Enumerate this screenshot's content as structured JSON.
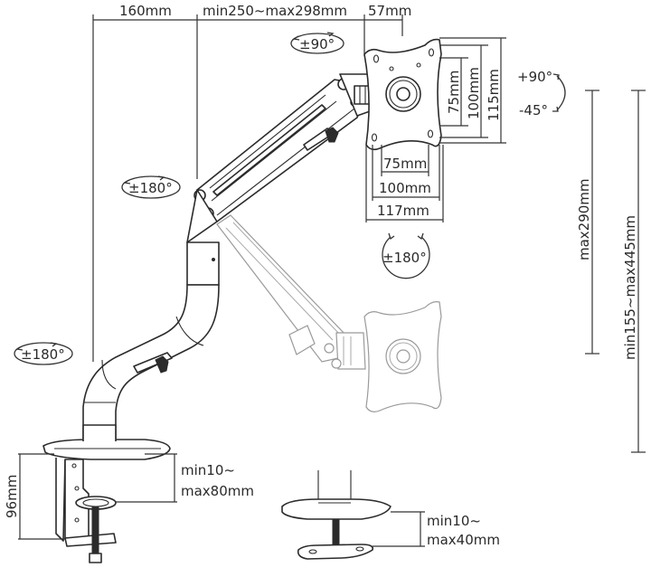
{
  "diagram": {
    "subject": "Gas-spring single monitor arm dimension drawing",
    "top_dimensions": {
      "pole_to_joint": "160mm",
      "arm_length": "min250~max298mm",
      "head_depth": "57mm"
    },
    "rotations": {
      "head_swivel": "±90°",
      "tilt_up": "+90°",
      "tilt_down": "-45°",
      "arm_joint": "±180°",
      "screen_rotation": "±180°",
      "base_rotation": "±180°"
    },
    "vesa_plate": {
      "horizontal": [
        "75mm",
        "100mm",
        "117mm"
      ],
      "vertical": [
        "75mm",
        "100mm",
        "115mm"
      ]
    },
    "height": {
      "travel": "max290mm",
      "range": "min155~max445mm"
    },
    "clamp": {
      "height": "96mm",
      "thickness_line1": "min10~",
      "thickness_line2": "max80mm"
    },
    "grommet": {
      "thickness_line1": "min10~",
      "thickness_line2": "max40mm"
    }
  }
}
